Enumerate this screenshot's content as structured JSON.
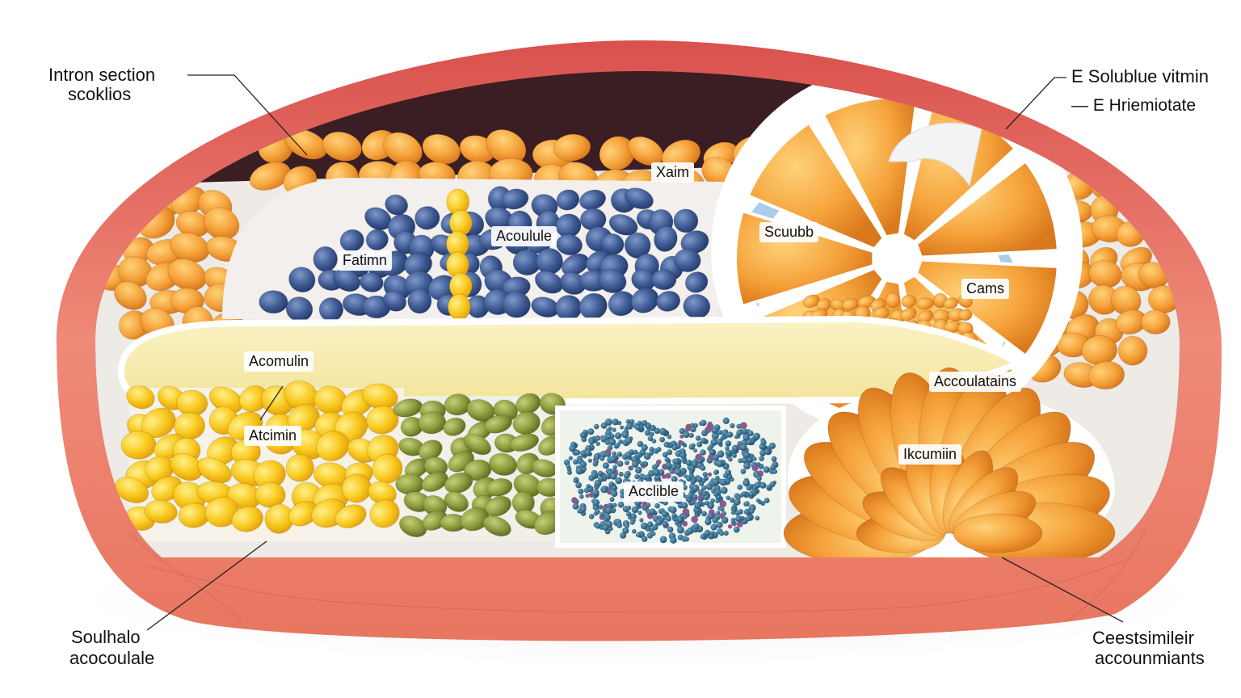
{
  "diagram": {
    "callouts": {
      "top_left": [
        "Intron section",
        "scoklios"
      ],
      "top_right": [
        "E Solublue vitmin",
        "— E Hriemiotate"
      ],
      "bottom_left": [
        "Soulhalo",
        "acocoulale"
      ],
      "bottom_right": [
        "Ceestsimileir",
        "accounmiants"
      ]
    },
    "tags": {
      "xaim": "Xaim",
      "acoulule": "Acoulule",
      "fatimn": "Fatimn",
      "scuubb": "Scuubb",
      "cams": "Cams",
      "acomulin": "Acomulin",
      "acoulatains": "Accoulatains",
      "atcimin": "Atcimin",
      "ikcumin": "Ikcumiin",
      "acclible": "Acclible"
    }
  },
  "colors": {
    "outer_wall": "#e8706a",
    "inner_dark": "#3a1e24",
    "orange_spheres": "#f4a03a",
    "blue_spheres": "#3e5a93",
    "yellow_band": "#f7ecb0",
    "yellow_spheres": "#f7c51e",
    "green_spheres": "#8a9a3c",
    "teal_dots": "#2e6b8a",
    "light_blue": "#a9cde8"
  }
}
